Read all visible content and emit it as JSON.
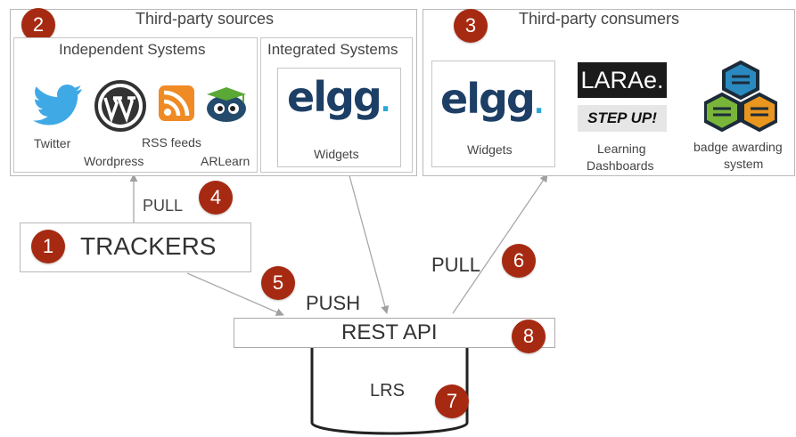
{
  "sources": {
    "title": "Third-party sources",
    "badge": "2",
    "independent": {
      "title": "Independent Systems",
      "items": [
        "Twitter",
        "Wordpress",
        "RSS feeds",
        "ARLearn"
      ]
    },
    "integrated": {
      "title": "Integrated Systems",
      "logo_text": "elgg",
      "item": "Widgets"
    }
  },
  "consumers": {
    "title": "Third-party consumers",
    "badge": "3",
    "widgets_logo": "elgg",
    "widgets_label": "Widgets",
    "larae_logo": "LARAe.",
    "stepup_logo": "STEP UP!",
    "dashboards_label_1": "Learning",
    "dashboards_label_2": "Dashboards",
    "badge_system_label_1": "badge awarding",
    "badge_system_label_2": "system"
  },
  "trackers": {
    "label": "TRACKERS",
    "badge": "1"
  },
  "pull_left": {
    "label": "PULL",
    "badge": "4"
  },
  "push": {
    "label": "PUSH",
    "badge": "5"
  },
  "pull_right": {
    "label": "PULL",
    "badge": "6"
  },
  "lrs": {
    "label": "LRS",
    "badge": "7"
  },
  "rest_api": {
    "label": "REST API",
    "badge": "8"
  },
  "colors": {
    "badge": "#a62a12",
    "twitter": "#3fa9e6",
    "rss": "#f08a24",
    "arlearn_cap": "#5aa836",
    "elgg": "#1d3f66",
    "badge_icon_dark": "#1c2b3a",
    "badge_icon_blue": "#2a8ac0",
    "badge_icon_green": "#79b539",
    "badge_icon_orange": "#e9961e"
  }
}
